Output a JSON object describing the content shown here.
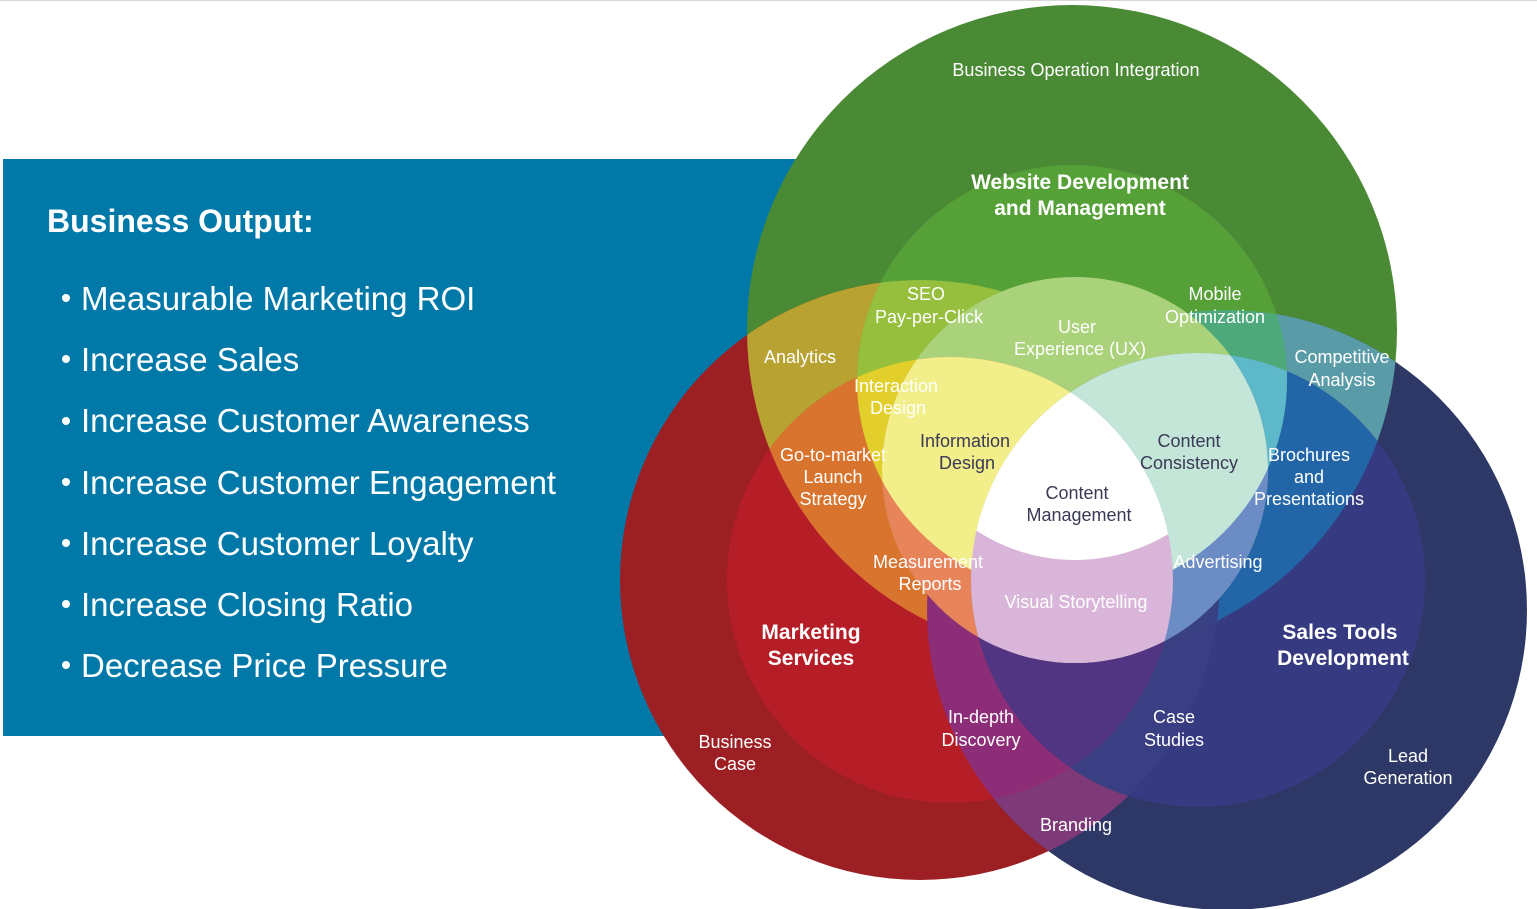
{
  "panel": {
    "title": "Business Output:",
    "items": [
      "Measurable Marketing ROI",
      "Increase Sales",
      "Increase Customer Awareness",
      "Increase Customer Engagement",
      "Increase Customer Loyalty",
      "Increase Closing Ratio",
      "Decrease Price Pressure"
    ],
    "color": "#0079a9"
  },
  "venn": {
    "circles": [
      {
        "name": "green-outer",
        "color": "#4b8a35"
      },
      {
        "name": "red-outer",
        "color": "#9c1f24"
      },
      {
        "name": "navy-outer",
        "color": "#2d3866"
      },
      {
        "name": "green-inner",
        "color": "#56a038"
      },
      {
        "name": "red-inner",
        "color": "#b51e27"
      },
      {
        "name": "navy-inner",
        "color": "#363a80"
      }
    ],
    "labels": {
      "business_operation_integration": "Business Operation Integration",
      "website_dev_line1": "Website Development",
      "website_dev_line2": "and Management",
      "seo_line1": "SEO",
      "seo_line2": "Pay-per-Click",
      "mobile_line1": "Mobile",
      "mobile_line2": "Optimization",
      "ux_line1": "User",
      "ux_line2": "Experience (UX)",
      "analytics": "Analytics",
      "competitive_line1": "Competitive",
      "competitive_line2": "Analysis",
      "interaction_line1": "Interaction",
      "interaction_line2": "Design",
      "information_line1": "Information",
      "information_line2": "Design",
      "content_consistency_line1": "Content",
      "content_consistency_line2": "Consistency",
      "brochures_line1": "Brochures",
      "brochures_line2": "and",
      "brochures_line3": "Presentations",
      "gtm_line1": "Go-to-market",
      "gtm_line2": "Launch",
      "gtm_line3": "Strategy",
      "content_management_line1": "Content",
      "content_management_line2": "Management",
      "measurement_line1": "Measurement",
      "measurement_line2": "Reports",
      "advertising": "Advertising",
      "visual_storytelling": "Visual Storytelling",
      "marketing_services_line1": "Marketing",
      "marketing_services_line2": "Services",
      "sales_tools_line1": "Sales Tools",
      "sales_tools_line2": "Development",
      "indepth_line1": "In-depth",
      "indepth_line2": "Discovery",
      "case_studies_line1": "Case",
      "case_studies_line2": "Studies",
      "business_case_line1": "Business",
      "business_case_line2": "Case",
      "lead_generation_line1": "Lead",
      "lead_generation_line2": "Generation",
      "branding": "Branding"
    }
  }
}
